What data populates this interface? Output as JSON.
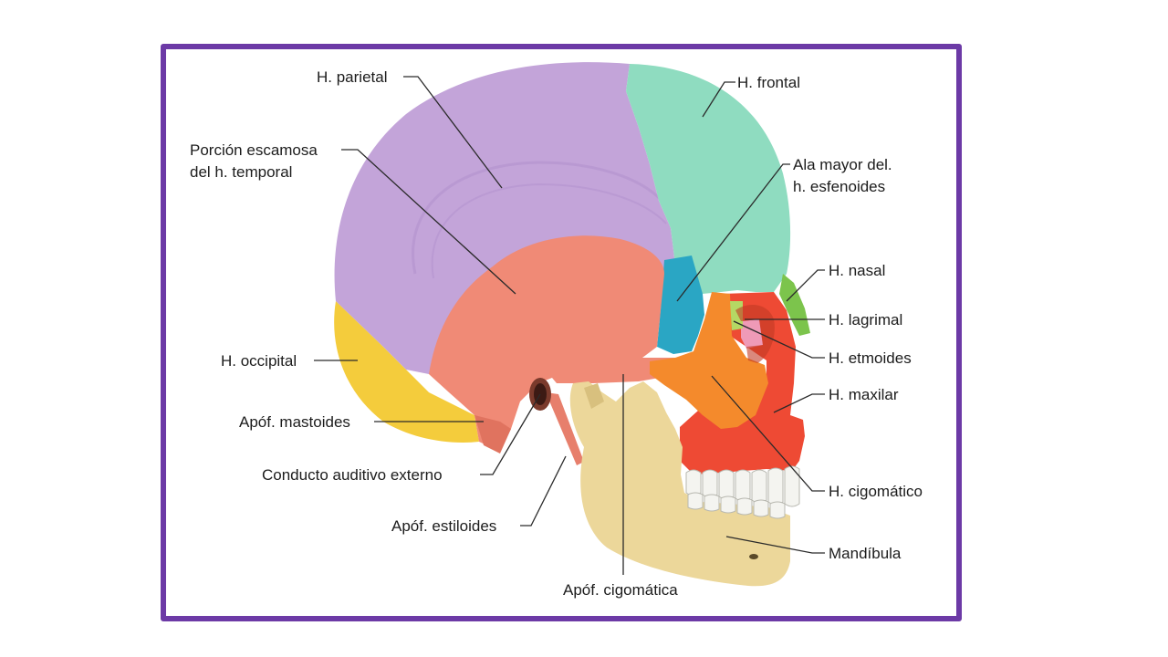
{
  "labels": {
    "parietal": "H. parietal",
    "temporal_line1": "Porción escamosa",
    "temporal_line2": "del h. temporal",
    "occipital": "H. occipital",
    "mastoid": "Apóf. mastoides",
    "auditory": "Conducto auditivo externo",
    "styloid": "Apóf. estiloides",
    "zygomatic_process": "Apóf. cigomática",
    "frontal": "H. frontal",
    "sphenoid_line1": "Ala mayor del.",
    "sphenoid_line2": "h. esfenoides",
    "nasal": "H. nasal",
    "lacrimal": "H. lagrimal",
    "ethmoid": "H. etmoides",
    "maxilla": "H. maxilar",
    "zygomatic": "H. cigomático",
    "mandible": "Mandíbula"
  },
  "colors": {
    "frame": "#6c3aa6",
    "parietal": "#c3a4d9",
    "frontal": "#8fdcc0",
    "temporal": "#f08a76",
    "occipital": "#f4cc3c",
    "sphenoid": "#2aa6c4",
    "zygomatic": "#f48a2c",
    "maxilla": "#ee4a34",
    "nasal": "#7cc44c",
    "lacrimal": "#ef9ab7",
    "ethmoid": "#b5d864",
    "mandible": "#ecd79a",
    "teeth": "#f4f4f0"
  }
}
